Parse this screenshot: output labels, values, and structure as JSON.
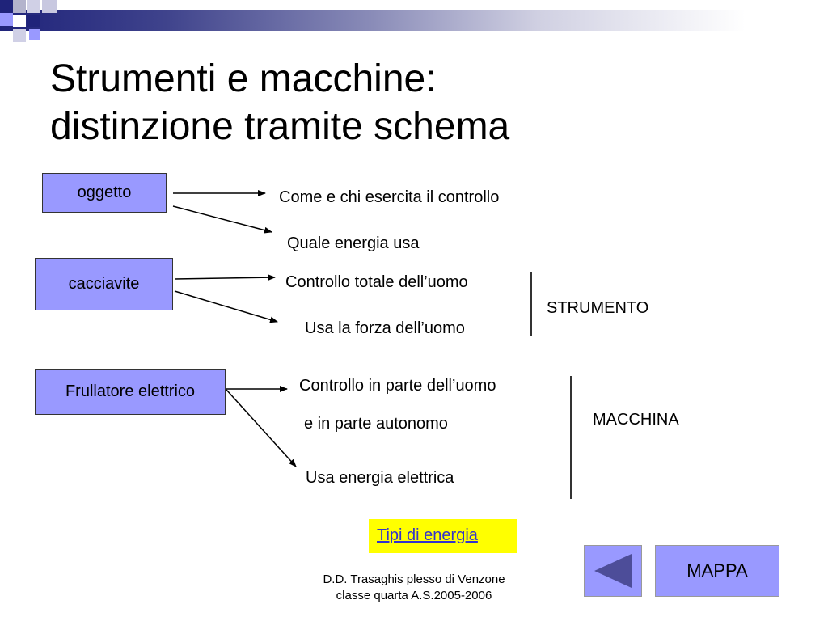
{
  "slide": {
    "title_line1": "Strumenti e macchine:",
    "title_line2": "distinzione tramite schema"
  },
  "diagram": {
    "boxes": {
      "oggetto": "oggetto",
      "cacciavite": "cacciavite",
      "frullatore": "Frullatore elettrico"
    },
    "texts": {
      "oggetto_control": "Come e chi esercita il controllo",
      "oggetto_energy": "Quale energia usa",
      "cacciavite_control": "Controllo totale dell’uomo",
      "cacciavite_energy": "Usa la forza dell’uomo",
      "frullatore_control1": "Controllo  in parte dell’uomo",
      "frullatore_control2": "e in parte autonomo",
      "frullatore_energy": "Usa energia elettrica"
    },
    "results": {
      "strumento": "STRUMENTO",
      "macchina": "MACCHINA"
    }
  },
  "links": {
    "tipi_energia": "Tipi di energia"
  },
  "nav": {
    "back_icon": "left-triangle-icon",
    "mappa": "MAPPA"
  },
  "footer": {
    "line1": "D.D. Trasaghis plesso di Venzone",
    "line2": "classe quarta A.S.2005-2006"
  },
  "colors": {
    "box_fill": "#9999ff",
    "header_dark": "#1f237a",
    "link_highlight": "#ffff00",
    "link_text": "#3333cc",
    "back_arrow": "#4d4d99"
  }
}
